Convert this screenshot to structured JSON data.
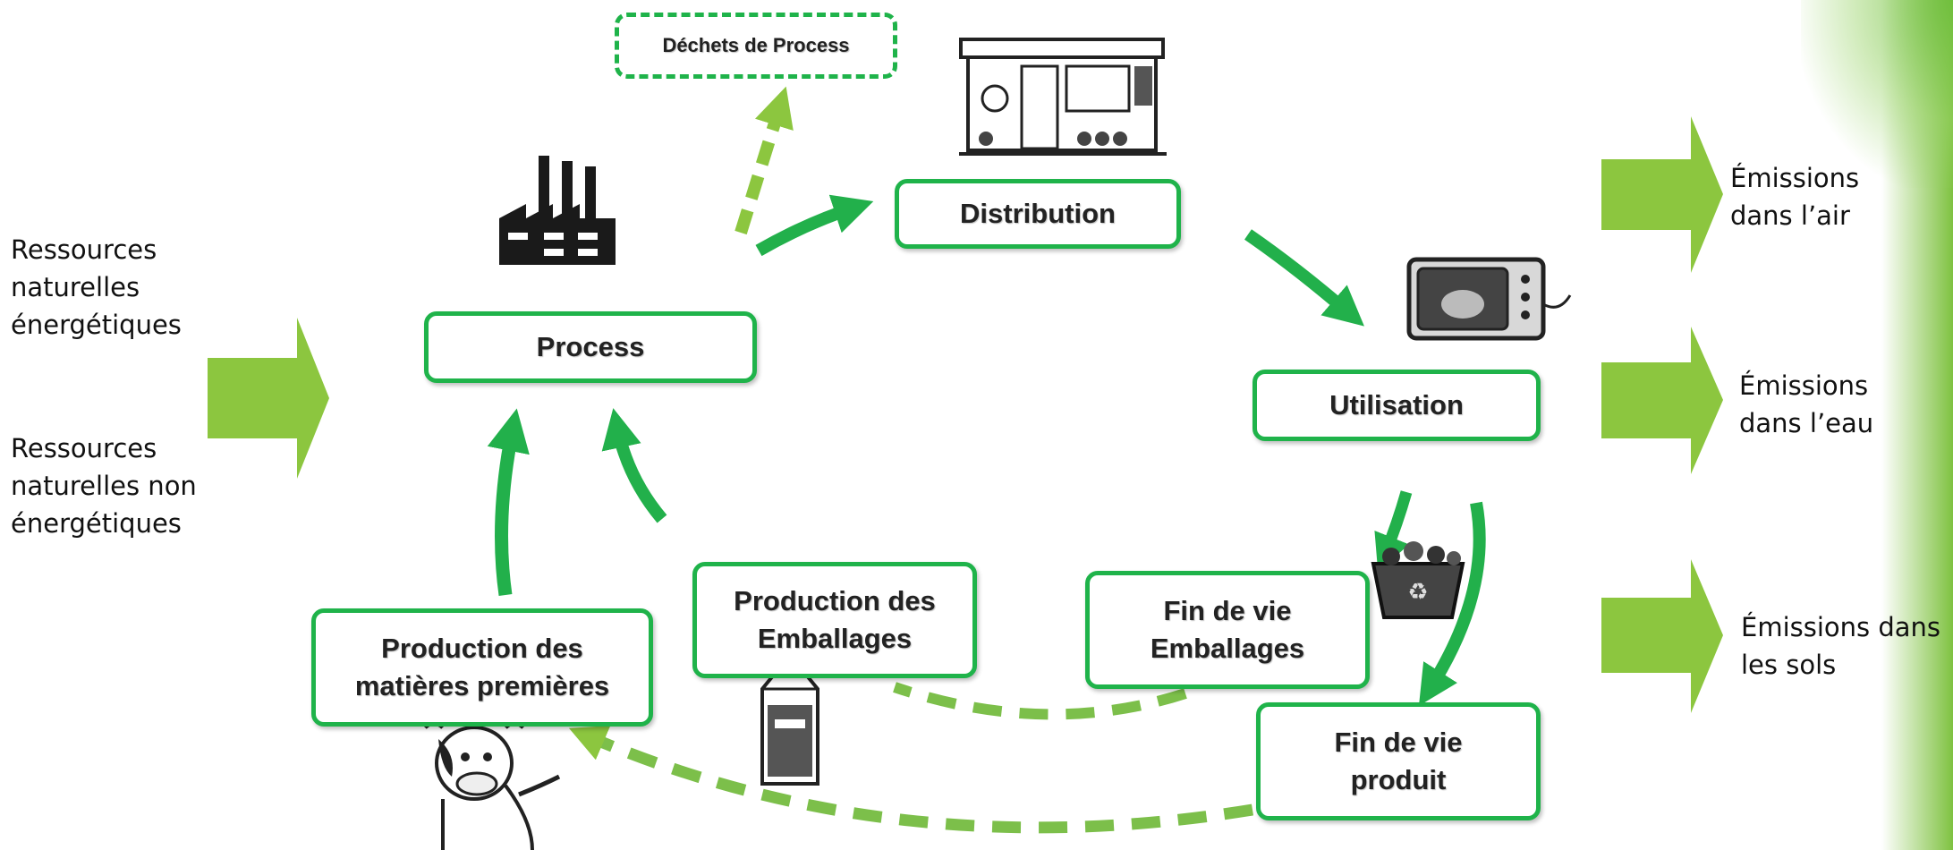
{
  "nodes": {
    "dechets": "Déchets de Process",
    "distribution": "Distribution",
    "process": "Process",
    "utilisation": "Utilisation",
    "production_matieres": "Production des\nmatières premières",
    "production_emballages": "Production des\nEmballages",
    "fin_vie_emballages": "Fin de vie\nEmballages",
    "fin_vie_produit": "Fin de vie\nproduit"
  },
  "inputs": {
    "energetiques": "Ressources\nnaturelles\nénergétiques",
    "non_energetiques": "Ressources\nnaturelles non\nénergétiques"
  },
  "outputs": {
    "air": "Émissions\ndans l’air",
    "eau": "Émissions\ndans l’eau",
    "sols": "Émissions dans\nles sols"
  },
  "colors": {
    "box_border": "#1fb34a",
    "flow_arrow": "#22b04b",
    "dashed_flow": "#7cbf4a",
    "big_arrow": "#8cc63f"
  },
  "icons": [
    "factory-icon",
    "shop-icon",
    "microwave-icon",
    "recycle-bin-icon",
    "milk-carton-icon",
    "cow-icon"
  ]
}
